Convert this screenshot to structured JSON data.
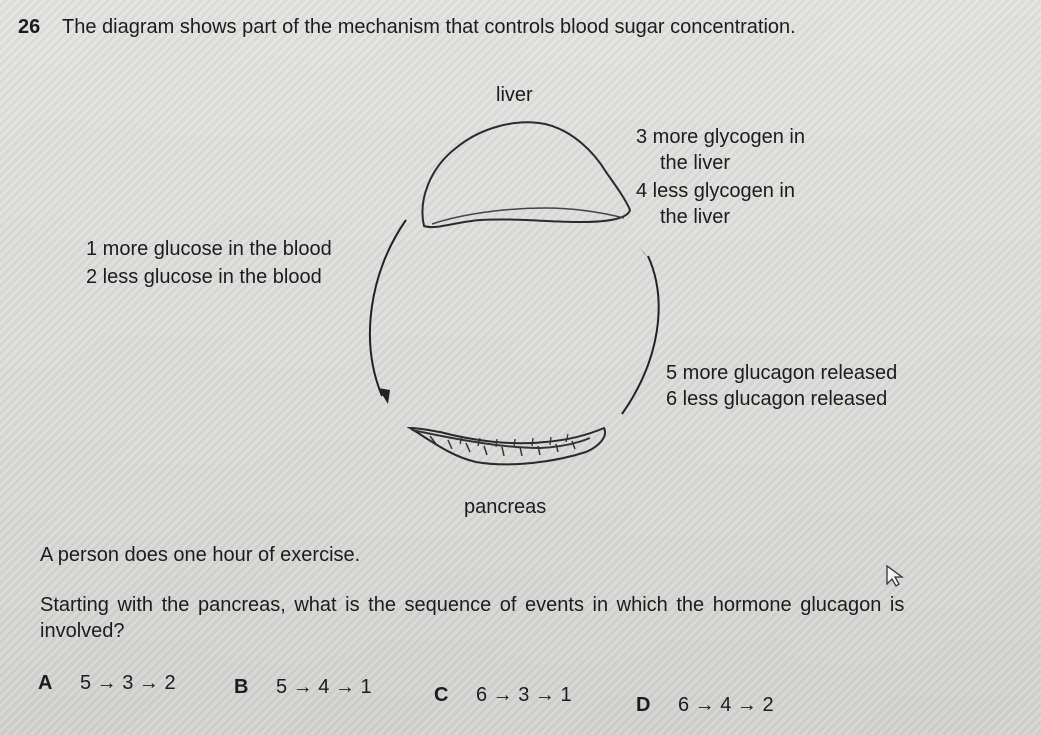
{
  "question": {
    "number": "26",
    "stem": "The diagram shows part of the mechanism that controls blood sugar concentration."
  },
  "diagram": {
    "liver_label": "liver",
    "pancreas_label": "pancreas",
    "labels": {
      "item1": "1  more glucose in the blood",
      "item2": "2  less glucose in the blood",
      "item3a": "3  more glycogen in",
      "item3b": "the liver",
      "item4a": "4  less glycogen in",
      "item4b": "the liver",
      "item5": "5  more glucagon released",
      "item6": "6  less glucagon released"
    }
  },
  "scenario": "A person does one hour of exercise.",
  "prompt_line1": "Starting with the pancreas, what is the sequence of events in which the hormone glucagon is",
  "prompt_line2": "involved?",
  "options": [
    {
      "letter": "A",
      "text": "5 → 3 → 2"
    },
    {
      "letter": "B",
      "text": "5 → 4 → 1"
    },
    {
      "letter": "C",
      "text": "6 → 3 → 1"
    },
    {
      "letter": "D",
      "text": "6 → 4 → 2"
    }
  ]
}
